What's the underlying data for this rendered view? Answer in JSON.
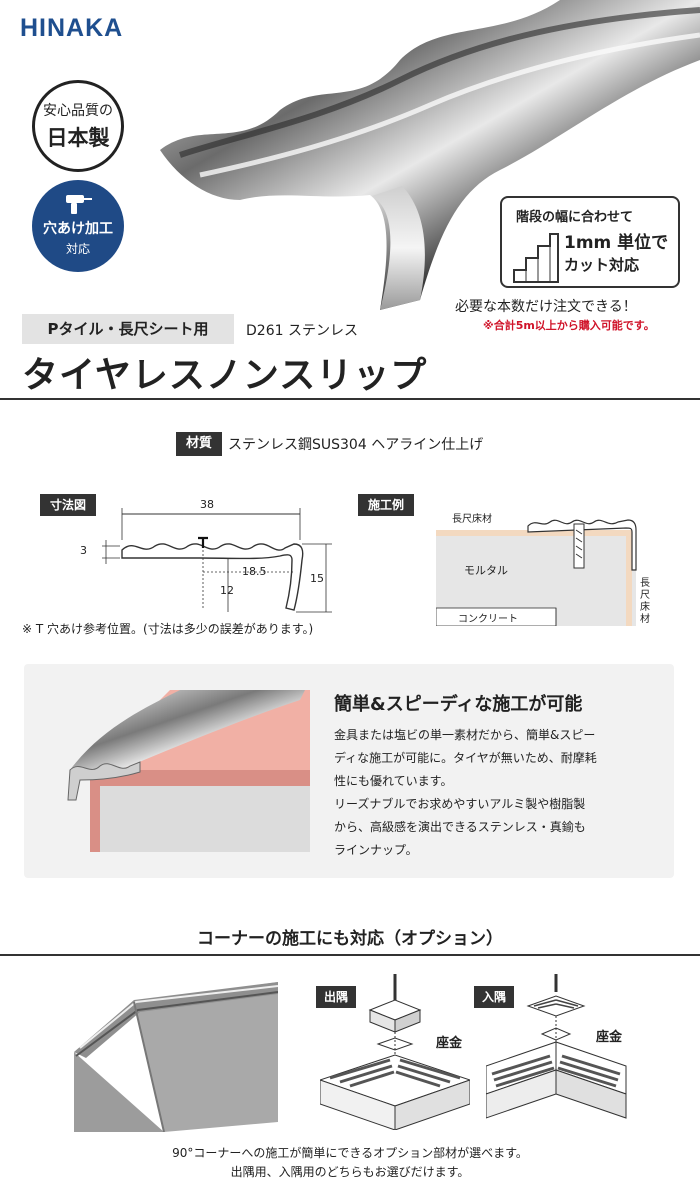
{
  "brand": "HINAKA",
  "badges": {
    "japan_line1": "安心品質の",
    "japan_line2": "日本製",
    "drill_line1": "穴あけ加工",
    "drill_line2": "対応"
  },
  "cut": {
    "line1": "階段の幅に合わせて",
    "line2": "1mm 単位で",
    "line3": "カット対応",
    "order": "必要な本数だけ注文できる！",
    "note": "※合計5m以上から購入可能です。"
  },
  "product": {
    "category": "Pタイル・長尺シート用",
    "model": "D261 ステンレス",
    "title": "タイヤレスノンスリップ"
  },
  "material": {
    "label": "材質",
    "value": "ステンレス鋼SUS304 ヘアライン仕上げ"
  },
  "dimensions": {
    "tag": "寸法図",
    "w38": "38",
    "h3": "3",
    "d185": "18.5",
    "d12": "12",
    "h15": "15",
    "note": "※ T 穴あけ参考位置。(寸法は多少の誤差があります。)"
  },
  "install": {
    "tag": "施工例",
    "floor_top": "長尺床材",
    "mortar": "モルタル",
    "concrete": "コンクリート",
    "floor_side": "長尺床材"
  },
  "feature": {
    "title": "簡単&スピーディな施工が可能",
    "lines": [
      "金具または塩ビの単一素材だから、簡単&スピー",
      "ディな施工が可能に。タイヤが無いため、耐摩耗",
      "性にも優れています。",
      "リーズナブルでお求めやすいアルミ製や樹脂製",
      "から、高級感を演出できるステンレス・真鍮も",
      "ラインナップ。"
    ]
  },
  "corner": {
    "title": "コーナーの施工にも対応（オプション）",
    "outer_tag": "出隅",
    "inner_tag": "入隅",
    "washer": "座金",
    "caption1": "90°コーナーへの施工が簡単にできるオプション部材が選べます。",
    "caption2": "出隅用、入隅用のどちらもお選びだけます。"
  },
  "colors": {
    "brand": "#1f4f8f",
    "badge": "#1f4a86",
    "note_red": "#d0142a",
    "dark": "#333333",
    "panel": "#f2f2f2"
  }
}
